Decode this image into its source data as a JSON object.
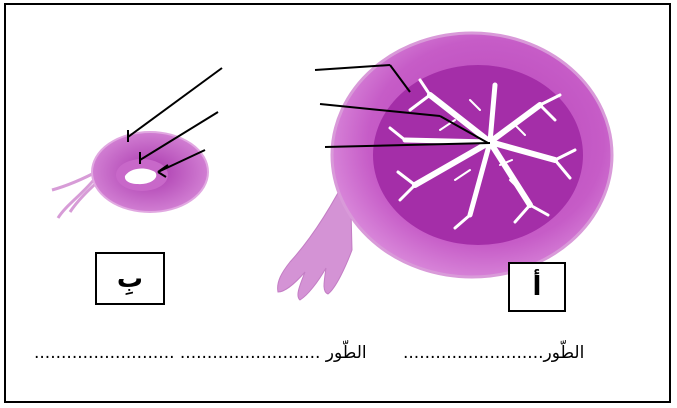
{
  "labels": {
    "left": "بِ",
    "right": "أ"
  },
  "captions": {
    "left": "الطّور ..........................  ..........................",
    "right": "الطّور.........................."
  },
  "colors": {
    "tissue_outer": "#c04fc0",
    "tissue_inner": "#a12ea6",
    "lumen": "#ffffff",
    "arrow": "#000000"
  }
}
